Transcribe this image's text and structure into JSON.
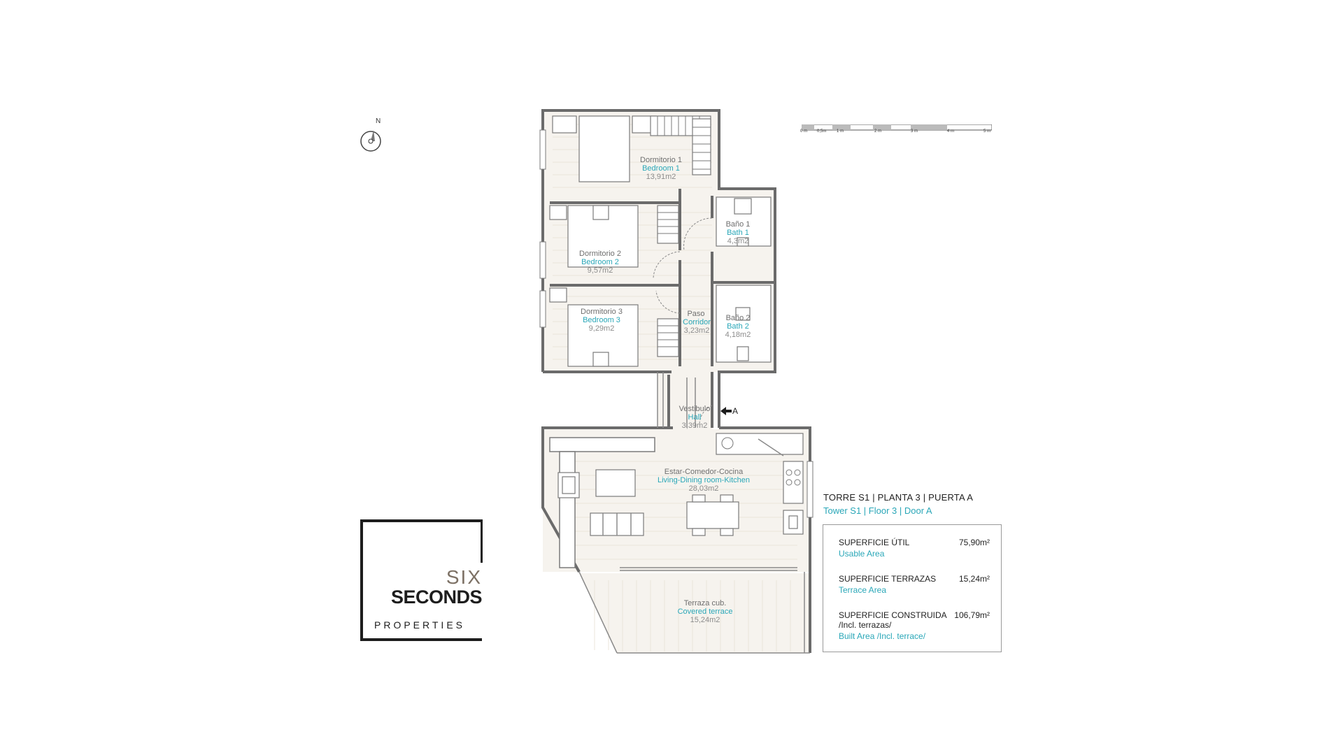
{
  "rooms": {
    "bedroom1": {
      "es": "Dormitorio 1",
      "en": "Bedroom 1",
      "area": "13,91m2"
    },
    "bedroom2": {
      "es": "Dormitorio 2",
      "en": "Bedroom 2",
      "area": "9,57m2"
    },
    "bedroom3": {
      "es": "Dormitorio 3",
      "en": "Bedroom 3",
      "area": "9,29m2"
    },
    "bath1": {
      "es": "Baño 1",
      "en": "Bath 1",
      "area": "4,3m2"
    },
    "bath2": {
      "es": "Baño 2",
      "en": "Bath 2",
      "area": "4,18m2"
    },
    "corridor": {
      "es": "Paso",
      "en": "Corridor",
      "area": "3,23m2"
    },
    "hall": {
      "es": "Vestibulo",
      "en": "Hall",
      "area": "3,39m2"
    },
    "living": {
      "es": "Estar-Comedor-Cocina",
      "en": "Living-Dining room-Kitchen",
      "area": "28,03m2"
    },
    "terrace": {
      "es": "Terraza cub.",
      "en": "Covered terrace",
      "area": "15,24m2"
    }
  },
  "entry_label": "A",
  "north_label": "N",
  "scale_labels": [
    "0 m",
    "0,5m",
    "1 m",
    "2 m",
    "3 m",
    "4 m",
    "5 m"
  ],
  "unit": {
    "title_es": "TORRE S1 | PLANTA 3 | PUERTA A",
    "title_en": "Tower S1 | Floor 3 | Door A"
  },
  "areas": {
    "usable": {
      "label": "SUPERFICIE ÚTIL",
      "en": "Usable Area",
      "value": "75,90m²"
    },
    "terraces": {
      "label": "SUPERFICIE TERRAZAS",
      "en": "Terrace Area",
      "value": "15,24m²"
    },
    "built": {
      "label": "SUPERFICIE CONSTRUIDA",
      "label2": "/Incl. terrazas/",
      "en": "Built Area /Incl. terrace/",
      "value": "106,79m²"
    }
  },
  "logo": {
    "six": "SIX",
    "seconds": "SECONDS",
    "properties": "PROPERTIES"
  }
}
